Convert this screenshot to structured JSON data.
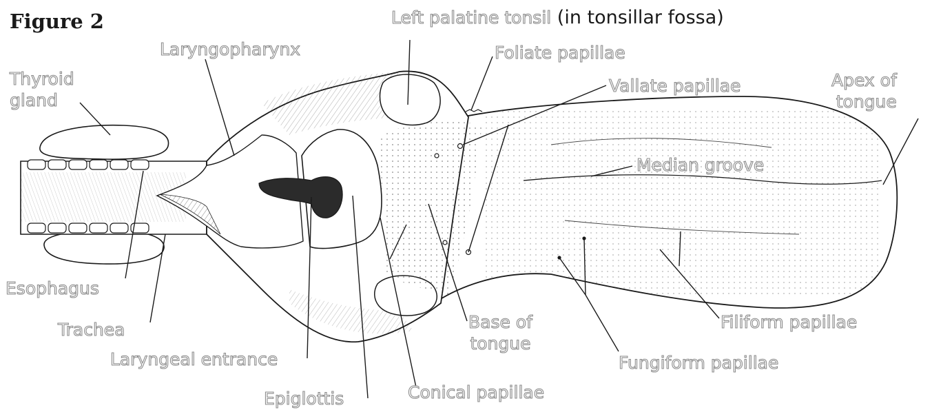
{
  "figure": {
    "title": "Figure 2",
    "labels": {
      "left_palatine_tonsil": "Left palatine tonsil",
      "left_palatine_tonsil_note": " (in tonsillar fossa)",
      "laryngopharynx": "Laryngopharynx",
      "foliate_papillae": "Foliate papillae",
      "thyroid_gland": "Thyroid\ngland",
      "vallate_papillae": "Vallate papillae",
      "apex_of_tongue": "Apex of\ntongue",
      "median_groove": "Median groove",
      "esophagus": "Esophagus",
      "trachea": "Trachea",
      "laryngeal_entrance": "Laryngeal entrance",
      "base_of_tongue": "Base of\ntongue",
      "filiform_papillae": "Filiform papillae",
      "fungiform_papillae": "Fungiform papillae",
      "epiglottis": "Epiglottis",
      "conical_papillae": "Conical papillae"
    }
  },
  "colors": {
    "line": "#1a1a1a",
    "label_outline": "#8c8c8c",
    "label_fill": "#ffffff",
    "shade": "#d9d9d9",
    "dark": "#2b2b2b"
  }
}
